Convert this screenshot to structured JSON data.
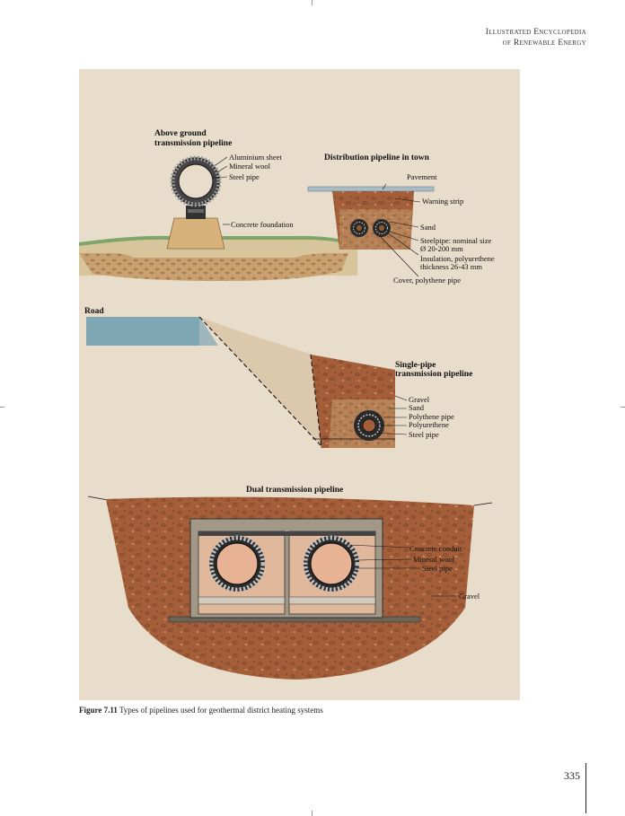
{
  "running_head": {
    "line1": "Illustrated Encyclopedia",
    "line2": "of Renewable Energy"
  },
  "figure": {
    "above_ground": {
      "title_line1": "Above ground",
      "title_line2": "transmission pipeline",
      "labels": [
        "Aluminium sheet",
        "Mineral wool",
        "Steel pipe",
        "Concrete foundation"
      ]
    },
    "distribution": {
      "title": "Distribution pipeline in town",
      "labels": [
        "Pavement",
        "Warning strip",
        "Sand",
        "Steelpipe: nominal size",
        "Ø 20-200 mm",
        "Insulation, polyurethene",
        "thickness 26-43 mm",
        "Cover, polythene pipe"
      ]
    },
    "road_label": "Road",
    "single_pipe": {
      "title_line1": "Single-pipe",
      "title_line2": "transmission pipeline",
      "labels": [
        "Gravel",
        "Sand",
        "Polythene pipe",
        "Polyurethene",
        "Steel pipe"
      ]
    },
    "dual": {
      "title": "Dual transmission pipeline",
      "labels": [
        "Concrete conduit",
        "Mineral wool",
        "Steel pipe",
        "Gravel"
      ]
    },
    "colors": {
      "background": "#e8dccb",
      "soil": "#a45f3a",
      "soil_light": "#c89a6e",
      "pavement": "#a7bcc4",
      "road": "#7fa7b3",
      "grass": "#7ea56a",
      "concrete": "#d7c08f"
    }
  },
  "caption": {
    "label": "Figure 7.11",
    "text": "Types of pipelines used for geothermal district heating systems"
  },
  "page_number": "335"
}
